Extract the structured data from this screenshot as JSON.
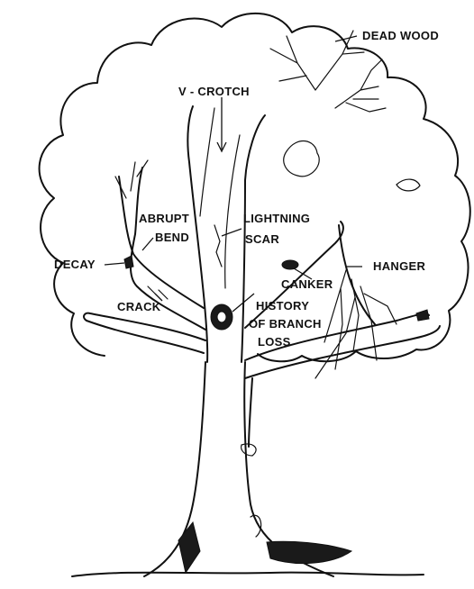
{
  "labels": {
    "dead_wood": "DEAD WOOD",
    "v_crotch": "V - CROTCH",
    "abrupt": "ABRUPT",
    "bend": "BEND",
    "lightning": "LIGHTNING",
    "scar": "SCAR",
    "decay": "DECAY",
    "hanger": "HANGER",
    "canker": "CANKER",
    "crack": "CRACK",
    "history": "HISTORY",
    "of_branch": "OF BRANCH",
    "loss": "LOSS"
  }
}
